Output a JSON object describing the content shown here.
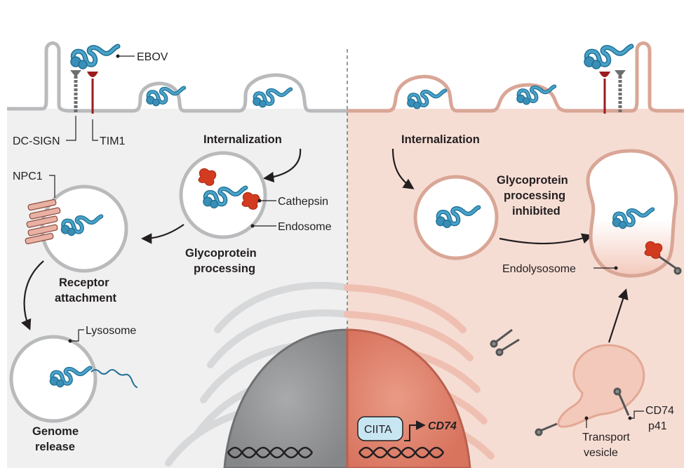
{
  "left_panel": {
    "labels": {
      "ebov": "EBOV",
      "dc_sign": "DC-SIGN",
      "tim1": "TIM1",
      "internalization": "Internalization",
      "cathepsin": "Cathepsin",
      "endosome": "Endosome",
      "glyco_processing_1": "Glycoprotein",
      "glyco_processing_2": "processing",
      "npc1": "NPC1",
      "receptor_attachment_1": "Receptor",
      "receptor_attachment_2": "attachment",
      "lysosome": "Lysosome",
      "genome_release_1": "Genome",
      "genome_release_2": "release"
    }
  },
  "right_panel": {
    "labels": {
      "internalization": "Internalization",
      "glyco_inhibited_1": "Glycoprotein",
      "glyco_inhibited_2": "processing",
      "glyco_inhibited_3": "inhibited",
      "endolysosome": "Endolysosome",
      "ciita": "CIITA",
      "cd74_gene": "CD74",
      "cd74_p41_1": "CD74",
      "cd74_p41_2": "p41",
      "transport_vesicle_1": "Transport",
      "transport_vesicle_2": "vesicle"
    }
  },
  "colors": {
    "left_cytoplasm": "#f0f0f0",
    "right_cytoplasm": "#f6ddd4",
    "membrane_left": "#b9babc",
    "membrane_right": "#d9a696",
    "virus": "#3a8fb7",
    "cathepsin": "#d23b1f",
    "tim1": "#9b1b1e",
    "nucleus_left": "#8e8f91",
    "nucleus_right": "#e0846f",
    "ciita_box": "#c8e6f2"
  }
}
